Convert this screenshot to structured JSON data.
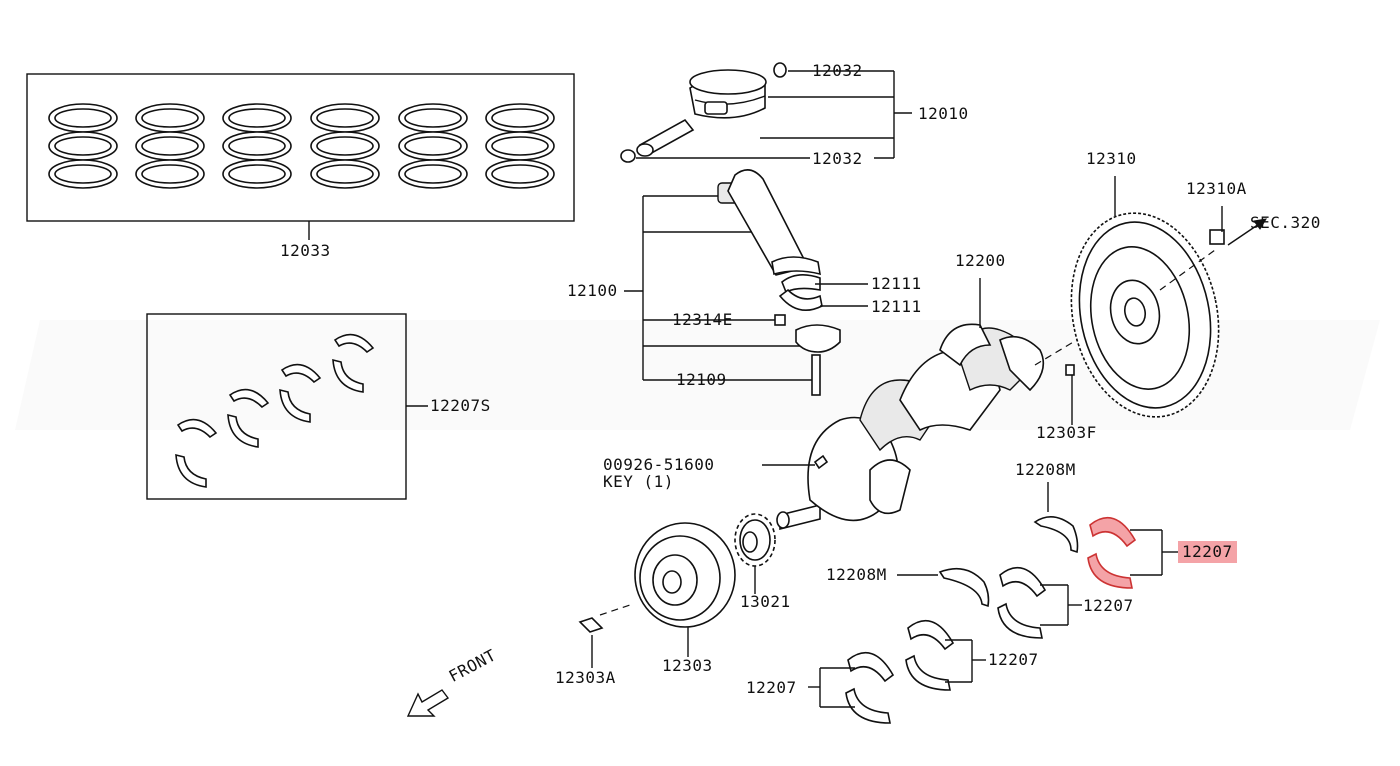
{
  "callouts": {
    "piston_ring_set": "12033",
    "piston_pin_snap_ring_top": "12032",
    "piston_pin_snap_ring_bottom": "12032",
    "piston_assy": "12010",
    "connecting_rod_assy": "12100",
    "conrod_bearing_upper": "12111",
    "conrod_bearing_lower": "12111",
    "conrod_nut": "12314E",
    "conrod_bolt": "12109",
    "main_bearing_set": "12207S",
    "crankshaft": "12200",
    "flywheel": "12310",
    "flywheel_bolt": "12310A",
    "flywheel_ref": "SEC.320",
    "pilot_bushing": "12303F",
    "key_part_number": "00926-51600",
    "key_label": "KEY (1)",
    "thrust_washer_upper": "12208M",
    "thrust_washer_lower": "12208M",
    "main_bearing_highlighted": "12207",
    "main_bearing_2": "12207",
    "main_bearing_3": "12207",
    "main_bearing_4": "12207",
    "crank_sprocket": "13021",
    "crank_pulley": "12303",
    "crank_pulley_bolt": "12303A",
    "front_indicator": "FRONT"
  },
  "colors": {
    "line": "#111111",
    "highlight_fill": "#f4a3a7",
    "highlight_stroke": "#cc3333",
    "background": "#ffffff"
  }
}
